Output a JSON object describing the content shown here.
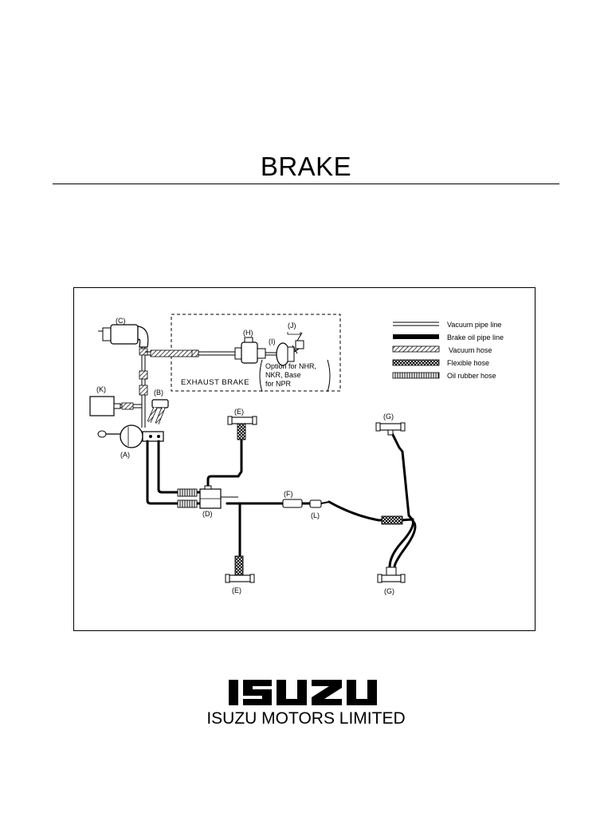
{
  "title": "BRAKE",
  "diagram": {
    "legend": [
      {
        "label": "Vacuum pipe line",
        "style": "double-thin"
      },
      {
        "label": "Brake oil pipe line",
        "style": "solid-thick"
      },
      {
        "label": "Vacuum hose",
        "style": "hatched"
      },
      {
        "label": "Flexible hose",
        "style": "crosshatch"
      },
      {
        "label": "Oil rubber hose",
        "style": "ribbed"
      }
    ],
    "exhaust_brake": {
      "label": "EXHAUST BRAKE",
      "note_lines": [
        "Option for NHR,",
        "NKR, Base",
        "for NPR"
      ]
    },
    "parts": {
      "A": "(A)",
      "B": "(B)",
      "C": "(C)",
      "D": "(D)",
      "E_top": "(E)",
      "E_bottom": "(E)",
      "F": "(F)",
      "G_top": "(G)",
      "G_bottom": "(G)",
      "H": "(H)",
      "I": "(I)",
      "J": "(J)",
      "K": "(K)",
      "L": "(L)"
    }
  },
  "footer": {
    "logo_text": "ISUZU",
    "company": "ISUZU MOTORS LIMITED"
  }
}
